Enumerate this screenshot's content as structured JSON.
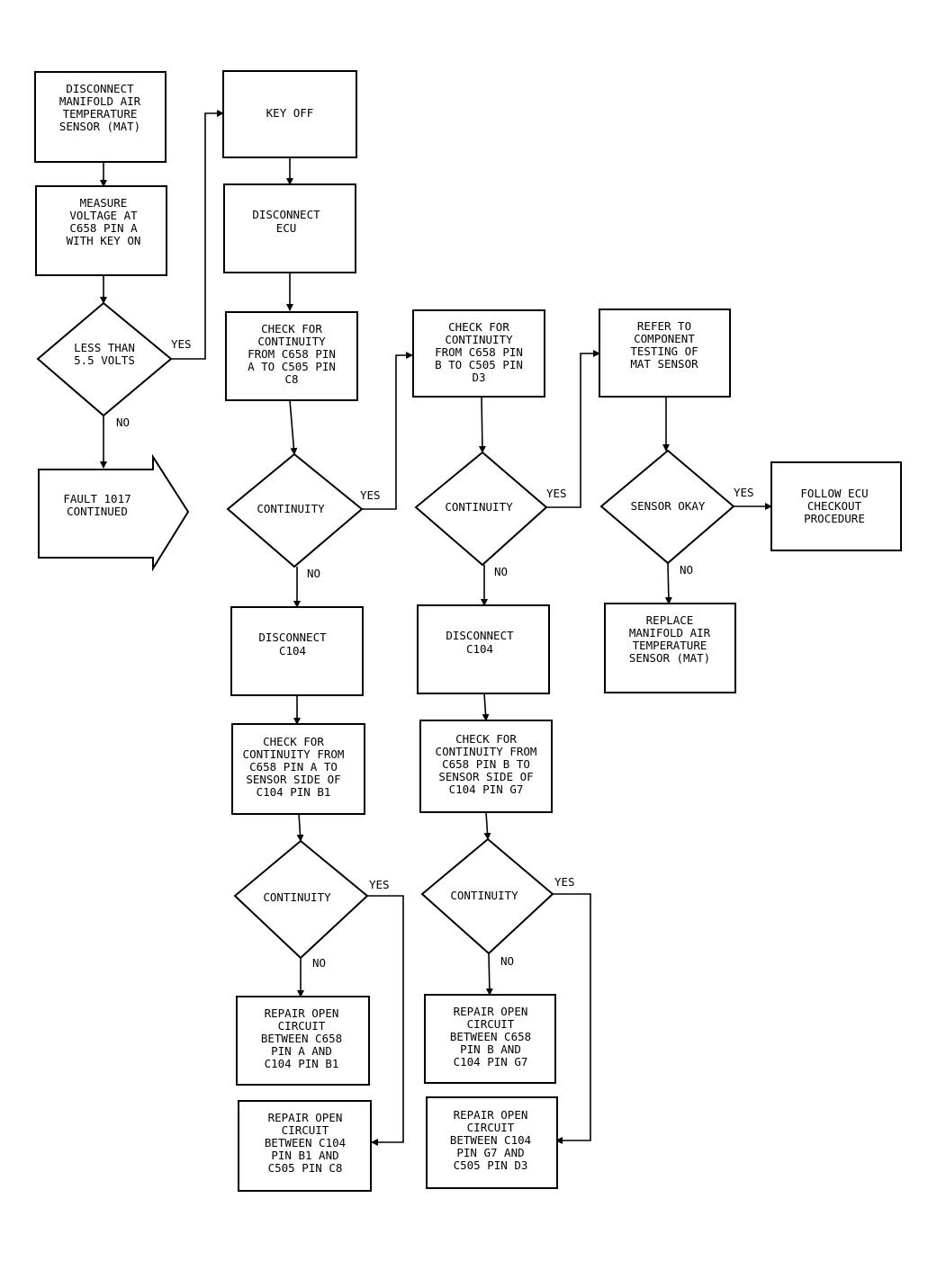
{
  "nodes": {
    "disconnect_mat": [
      "DISCONNECT",
      "MANIFOLD AIR",
      "TEMPERATURE",
      "SENSOR (MAT)"
    ],
    "measure_voltage": [
      "MEASURE",
      "VOLTAGE AT",
      "C658 PIN A",
      "WITH KEY ON"
    ],
    "less_than": [
      "LESS THAN",
      "5.5 VOLTS"
    ],
    "fault_continued": [
      "FAULT 1017",
      "CONTINUED"
    ],
    "key_off": [
      "KEY OFF"
    ],
    "disconnect_ecu": [
      "DISCONNECT",
      "ECU"
    ],
    "check_pin_a": [
      "CHECK FOR",
      "CONTINUITY",
      "FROM C658 PIN",
      "A TO C505 PIN",
      "C8"
    ],
    "continuity_1": [
      "CONTINUITY"
    ],
    "disconnect_c104_a": [
      "DISCONNECT",
      "C104"
    ],
    "check_sensor_a": [
      "CHECK FOR",
      "CONTINUITY FROM",
      "C658 PIN A TO",
      "SENSOR SIDE OF",
      "C104 PIN B1"
    ],
    "continuity_3": [
      "CONTINUITY"
    ],
    "repair_a1": [
      "REPAIR OPEN",
      "CIRCUIT",
      "BETWEEN C658",
      "PIN A AND",
      "C104 PIN B1"
    ],
    "repair_a2": [
      "REPAIR OPEN",
      "CIRCUIT",
      "BETWEEN C104",
      "PIN B1 AND",
      "C505 PIN C8"
    ],
    "check_pin_b": [
      "CHECK FOR",
      "CONTINUITY",
      "FROM C658 PIN",
      "B TO C505 PIN",
      "D3"
    ],
    "continuity_2": [
      "CONTINUITY"
    ],
    "disconnect_c104_b": [
      "DISCONNECT",
      "C104"
    ],
    "check_sensor_b": [
      "CHECK FOR",
      "CONTINUITY FROM",
      "C658 PIN B TO",
      "SENSOR SIDE OF",
      "C104 PIN G7"
    ],
    "continuity_4": [
      "CONTINUITY"
    ],
    "repair_b1": [
      "REPAIR OPEN",
      "CIRCUIT",
      "BETWEEN C658",
      "PIN B AND",
      "C104 PIN G7"
    ],
    "repair_b2": [
      "REPAIR OPEN",
      "CIRCUIT",
      "BETWEEN C104",
      "PIN G7 AND",
      "C505 PIN D3"
    ],
    "refer_component": [
      "REFER TO",
      "COMPONENT",
      "TESTING OF",
      "MAT SENSOR"
    ],
    "sensor_okay": [
      "SENSOR OKAY"
    ],
    "follow_ecu": [
      "FOLLOW ECU",
      "CHECKOUT",
      "PROCEDURE"
    ],
    "replace_mat": [
      "REPLACE",
      "MANIFOLD AIR",
      "TEMPERATURE",
      "SENSOR (MAT)"
    ]
  },
  "labels": {
    "yes": "YES",
    "no": "NO"
  }
}
